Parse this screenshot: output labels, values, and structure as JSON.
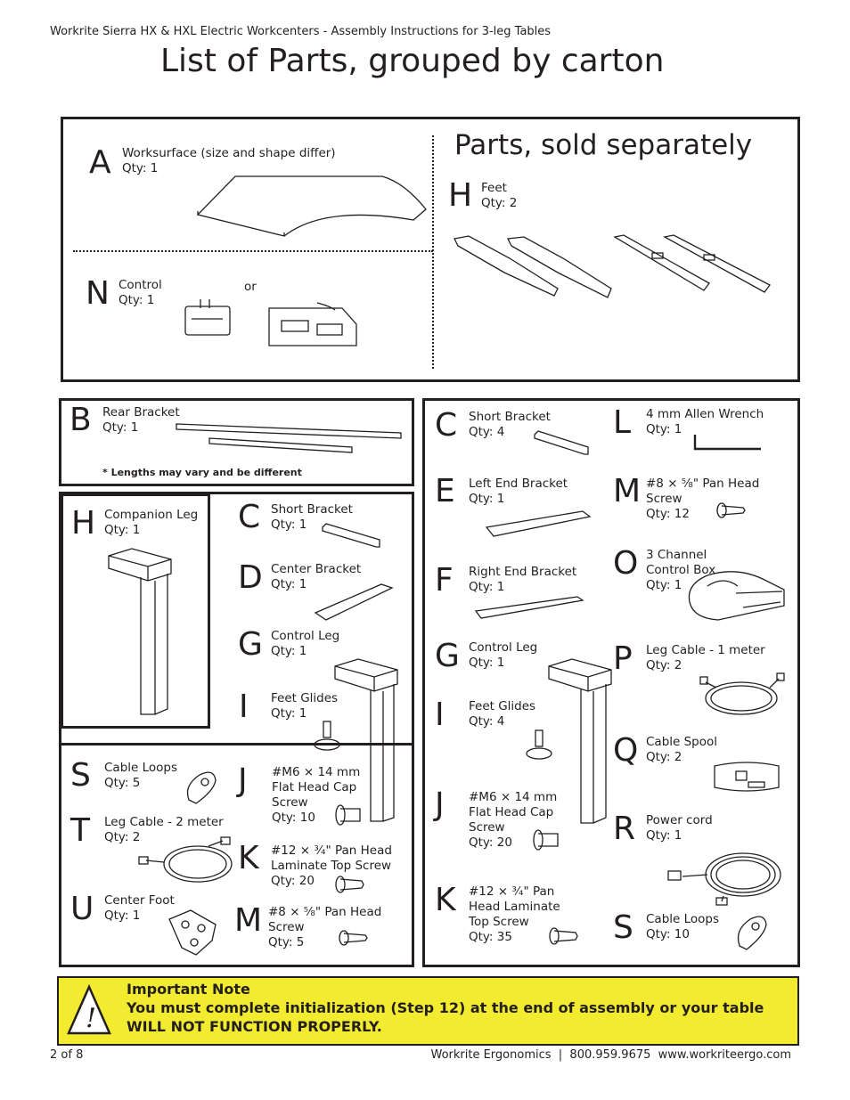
{
  "header": {
    "doc_title": "Workrite Sierra HX & HXL Electric Workcenters - Assembly Instructions for 3-leg Tables",
    "page_title": "List of Parts, grouped by carton"
  },
  "top_box": {
    "A": {
      "letter": "A",
      "name": "Worksurface (size and shape differ)",
      "qty": "Qty: 1"
    },
    "N": {
      "letter": "N",
      "name": "Control",
      "qty": "Qty: 1",
      "or": "or"
    },
    "sold_sep": "Parts, sold separately",
    "H": {
      "letter": "H",
      "name": "Feet",
      "qty": "Qty: 2"
    }
  },
  "box_b": {
    "B": {
      "letter": "B",
      "name": "Rear Bracket",
      "qty": "Qty: 1"
    },
    "note": "* Lengths may vary and be different"
  },
  "box_left": {
    "H": {
      "letter": "H",
      "name": "Companion Leg",
      "qty": "Qty: 1"
    },
    "C": {
      "letter": "C",
      "name": "Short Bracket",
      "qty": "Qty: 1"
    },
    "D": {
      "letter": "D",
      "name": "Center Bracket",
      "qty": "Qty: 1"
    },
    "G": {
      "letter": "G",
      "name": "Control Leg",
      "qty": "Qty: 1"
    },
    "I": {
      "letter": "I",
      "name": "Feet Glides",
      "qty": "Qty: 1"
    },
    "J": {
      "letter": "J",
      "l1": "#M6 × 14 mm",
      "l2": "Flat Head Cap",
      "l3": "Screw",
      "qty": "Qty: 10"
    },
    "K": {
      "letter": "K",
      "l1": "#12 × ¾\" Pan Head",
      "l2": "Laminate Top Screw",
      "qty": "Qty: 20"
    },
    "M": {
      "letter": "M",
      "l1": "#8 × ⅝\" Pan Head",
      "l2": "Screw",
      "qty": "Qty: 5"
    },
    "S": {
      "letter": "S",
      "name": "Cable Loops",
      "qty": "Qty: 5"
    },
    "T": {
      "letter": "T",
      "name": "Leg Cable - 2 meter",
      "qty": "Qty: 2"
    },
    "U": {
      "letter": "U",
      "name": "Center Foot",
      "qty": "Qty: 1"
    }
  },
  "box_right": {
    "C": {
      "letter": "C",
      "name": "Short Bracket",
      "qty": "Qty: 4"
    },
    "E": {
      "letter": "E",
      "name": "Left End Bracket",
      "qty": "Qty: 1"
    },
    "F": {
      "letter": "F",
      "name": "Right End Bracket",
      "qty": "Qty: 1"
    },
    "G": {
      "letter": "G",
      "name": "Control Leg",
      "qty": "Qty: 1"
    },
    "I": {
      "letter": "I",
      "name": "Feet Glides",
      "qty": "Qty: 4"
    },
    "J": {
      "letter": "J",
      "l1": "#M6 × 14 mm",
      "l2": "Flat Head Cap",
      "l3": "Screw",
      "qty": "Qty: 20"
    },
    "K": {
      "letter": "K",
      "l1": "#12 × ¾\" Pan",
      "l2": "Head Laminate",
      "l3": "Top Screw",
      "qty": "Qty: 35"
    },
    "L": {
      "letter": "L",
      "name": "4 mm Allen Wrench",
      "qty": "Qty: 1"
    },
    "M": {
      "letter": "M",
      "l1": "#8 × ⅝\" Pan Head",
      "l2": "Screw",
      "qty": "Qty: 12"
    },
    "O": {
      "letter": "O",
      "l1": "3 Channel",
      "l2": "Control Box",
      "qty": "Qty: 1"
    },
    "P": {
      "letter": "P",
      "name": "Leg Cable - 1 meter",
      "qty": "Qty: 2"
    },
    "Q": {
      "letter": "Q",
      "name": "Cable Spool",
      "qty": "Qty: 2"
    },
    "R": {
      "letter": "R",
      "name": "Power cord",
      "qty": "Qty: 1"
    },
    "S": {
      "letter": "S",
      "name": "Cable Loops",
      "qty": "Qty: 10"
    }
  },
  "note": {
    "heading": "Important Note",
    "body": "You must complete initialization (Step 12) at the end of assembly or your table WILL NOT FUNCTION PROPERLY.",
    "color": "#f2eb2f"
  },
  "footer": {
    "page": "2 of 8",
    "company": "Workrite Ergonomics  |  800.959.9675  www.workriteergo.com"
  }
}
